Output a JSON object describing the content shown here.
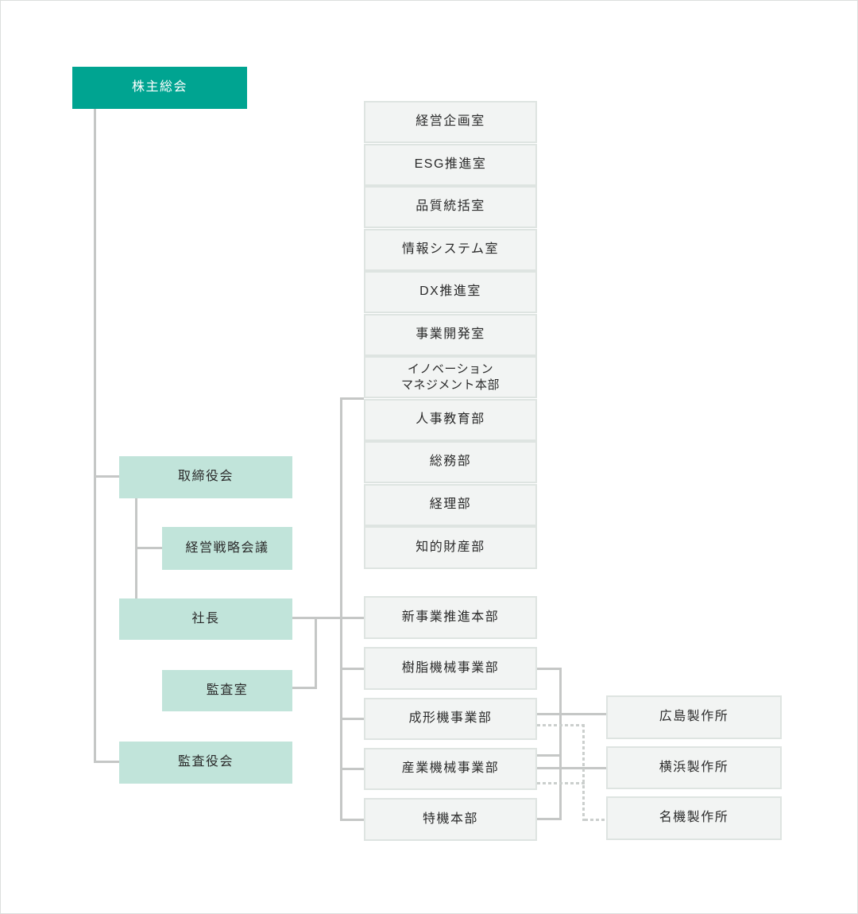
{
  "org_chart": {
    "governance": {
      "shareholders": {
        "label": "株主総会"
      },
      "board": {
        "label": "取締役会"
      },
      "strategy_council": {
        "label": "経営戦略会議"
      },
      "president": {
        "label": "社長"
      },
      "audit_office": {
        "label": "監査室"
      },
      "audit_board": {
        "label": "監査役会"
      }
    },
    "staff_departments": [
      {
        "label": "経営企画室"
      },
      {
        "label": "ESG推進室"
      },
      {
        "label": "品質統括室"
      },
      {
        "label": "情報システム室"
      },
      {
        "label": "DX推進室"
      },
      {
        "label": "事業開発室"
      },
      {
        "label": "イノベーション\nマネジメント本部"
      },
      {
        "label": "人事教育部"
      },
      {
        "label": "総務部"
      },
      {
        "label": "経理部"
      },
      {
        "label": "知的財産部"
      }
    ],
    "business_units": [
      {
        "label": "新事業推進本部"
      },
      {
        "label": "樹脂機械事業部"
      },
      {
        "label": "成形機事業部"
      },
      {
        "label": "産業機械事業部"
      },
      {
        "label": "特機本部"
      }
    ],
    "plants": [
      {
        "label": "広島製作所"
      },
      {
        "label": "横浜製作所"
      },
      {
        "label": "名機製作所"
      }
    ],
    "colors": {
      "primary_teal": "#00a491",
      "mint": "#c1e4da",
      "gray_box_fill": "#f2f4f3",
      "gray_box_border": "#dee4e1",
      "connector_solid": "#c5c7c6",
      "connector_dotted": "#cbcfcd"
    }
  }
}
